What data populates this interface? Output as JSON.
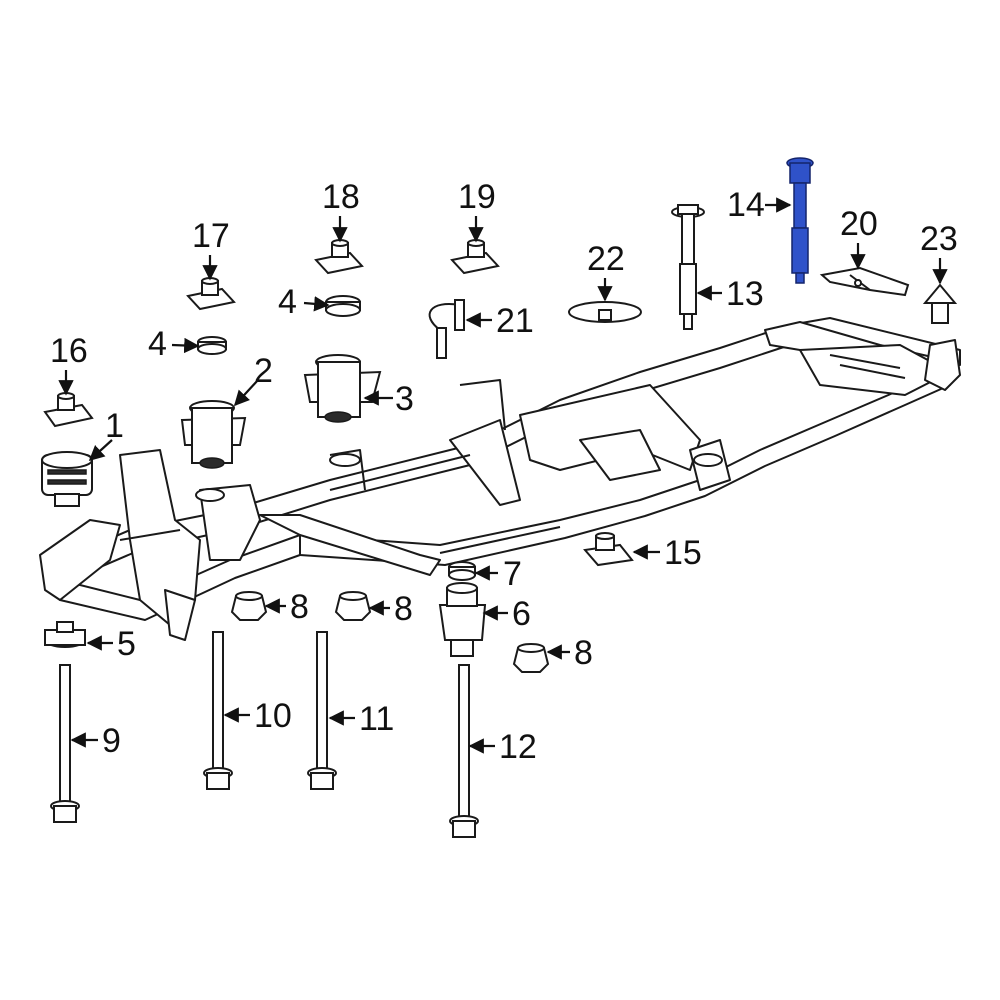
{
  "highlight_color": "#2f52c9",
  "line_color": "#1a1a1a",
  "callouts": [
    {
      "id": "1",
      "label": "1"
    },
    {
      "id": "2",
      "label": "2"
    },
    {
      "id": "3",
      "label": "3"
    },
    {
      "id": "4a",
      "label": "4"
    },
    {
      "id": "4b",
      "label": "4"
    },
    {
      "id": "5",
      "label": "5"
    },
    {
      "id": "6",
      "label": "6"
    },
    {
      "id": "7",
      "label": "7"
    },
    {
      "id": "8a",
      "label": "8"
    },
    {
      "id": "8b",
      "label": "8"
    },
    {
      "id": "8c",
      "label": "8"
    },
    {
      "id": "9",
      "label": "9"
    },
    {
      "id": "10",
      "label": "10"
    },
    {
      "id": "11",
      "label": "11"
    },
    {
      "id": "12",
      "label": "12"
    },
    {
      "id": "13",
      "label": "13"
    },
    {
      "id": "14",
      "label": "14"
    },
    {
      "id": "15",
      "label": "15"
    },
    {
      "id": "16",
      "label": "16"
    },
    {
      "id": "17",
      "label": "17"
    },
    {
      "id": "18",
      "label": "18"
    },
    {
      "id": "19",
      "label": "19"
    },
    {
      "id": "20",
      "label": "20"
    },
    {
      "id": "21",
      "label": "21"
    },
    {
      "id": "22",
      "label": "22"
    },
    {
      "id": "23",
      "label": "23"
    }
  ],
  "highlighted_part": "14"
}
